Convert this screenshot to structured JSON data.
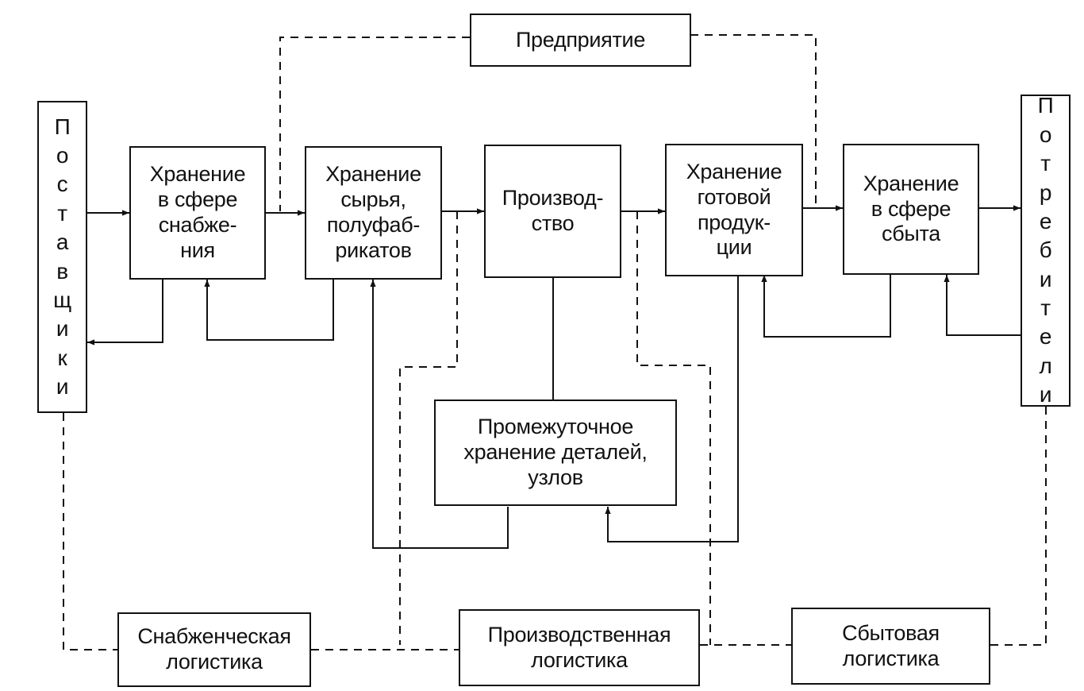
{
  "diagram": {
    "enterprise": "Предприятие",
    "suppliers": "П\nо\nс\nт\nа\nв\nщ\nи\nк\nи",
    "consumers": "П\nо\nт\nр\nе\nб\nи\nт\nе\nл\nи",
    "storage_supply": "Хранение\nв сфере\nснабже-\nния",
    "storage_raw": "Хранение\nсырья,\nполуфаб-\nрикатов",
    "production": "Производ-\nство",
    "storage_finished": "Хранение\nготовой\nпродук-\nции",
    "storage_sales": "Хранение\nв сфере\nсбыта",
    "intermediate": "Промежуточное\nхранение деталей,\nузлов",
    "supply_logistics": "Снабженческая\nлогистика",
    "production_logistics": "Производственная\nлогистика",
    "sales_logistics": "Сбытовая\nлогистика"
  },
  "colors": {
    "line": "#111111",
    "background": "#ffffff"
  }
}
